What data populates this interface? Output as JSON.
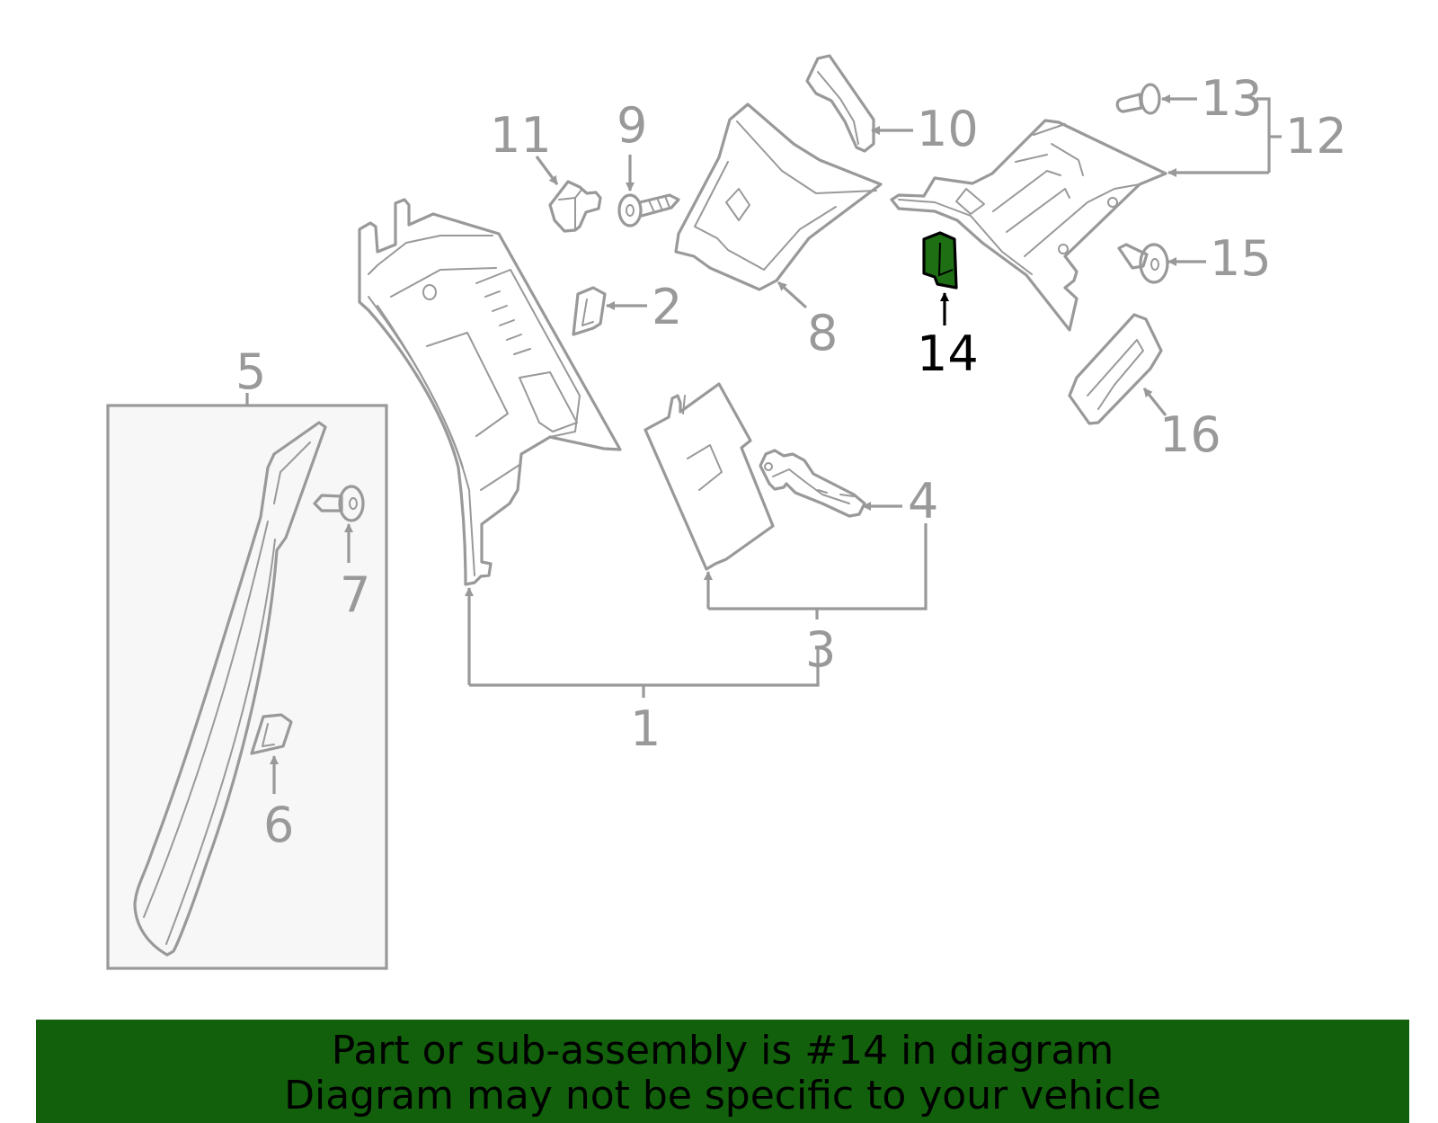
{
  "diagram": {
    "callouts": [
      "1",
      "2",
      "3",
      "4",
      "5",
      "6",
      "7",
      "8",
      "9",
      "10",
      "11",
      "12",
      "13",
      "14",
      "15",
      "16"
    ],
    "highlighted_part": "14",
    "highlight_color": "#1e6e14",
    "line_color": "#999999"
  },
  "banner": {
    "background": "#12600c",
    "line1": "Part or sub-assembly is #14 in diagram",
    "line2": "Diagram may not be specific to your vehicle"
  }
}
